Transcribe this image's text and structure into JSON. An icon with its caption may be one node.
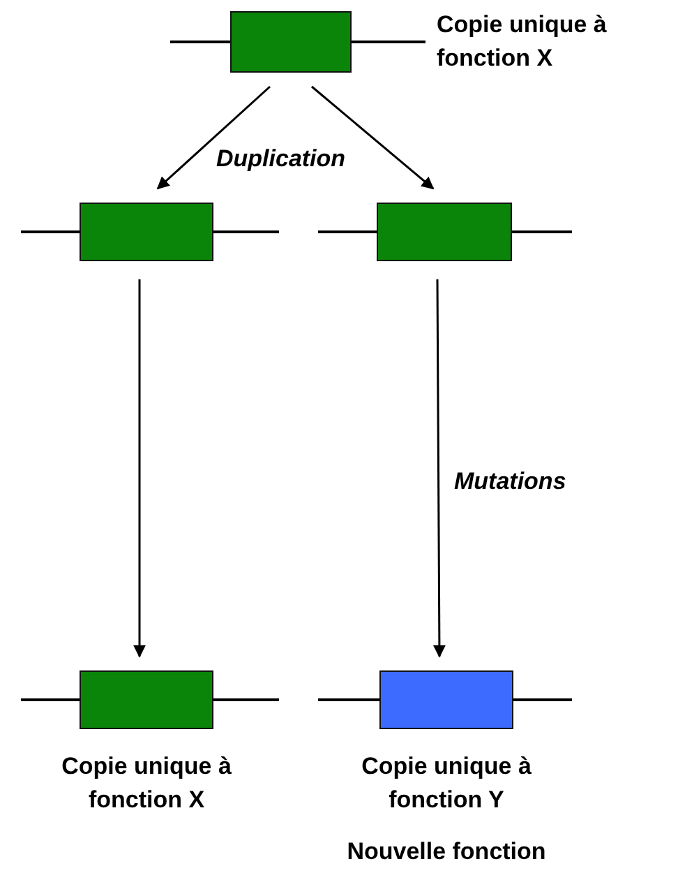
{
  "diagram": {
    "nodes": [
      {
        "text": [],
        "shape": "box",
        "beside": [
          "Copie unique à fonction X"
        ]
      },
      {
        "text": [],
        "shape": "box"
      },
      {
        "text": [],
        "shape": "box"
      },
      {
        "text": [],
        "shape": "box",
        "beside": [
          "Copie unique à fonction X"
        ]
      },
      {
        "text": [],
        "shape": "box",
        "beside": [
          "Copie unique à fonction Y",
          "Nouvelle fonction"
        ]
      }
    ],
    "edges": [
      {
        "from": 0,
        "to": 1,
        "arrow": "to"
      },
      {
        "from": 0,
        "to": 2,
        "arrow": "to"
      },
      {
        "from": 1,
        "to": 3,
        "arrow": "to"
      },
      {
        "from": 2,
        "to": 4,
        "arrow": "to",
        "label": "Mutations"
      }
    ],
    "labels": [
      "Duplication"
    ]
  }
}
